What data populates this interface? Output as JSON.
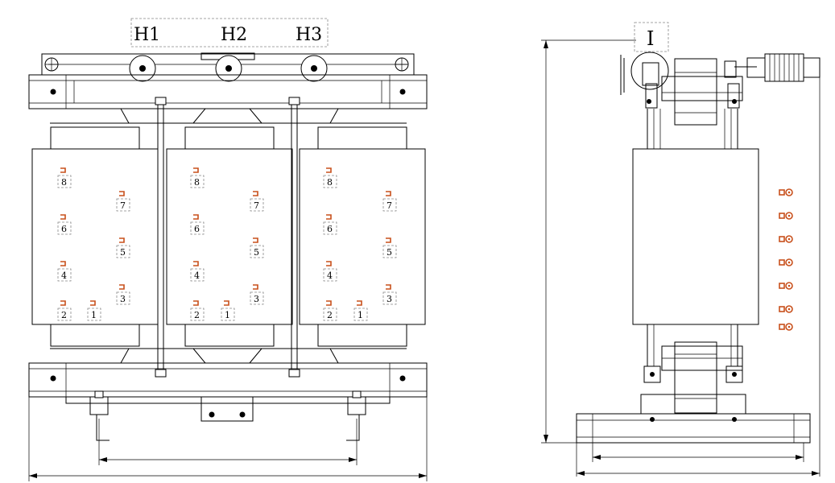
{
  "front_view": {
    "terminals": [
      "H1",
      "H2",
      "H3"
    ],
    "tap_numbers": [
      "1",
      "2",
      "3",
      "4",
      "5",
      "6",
      "7",
      "8"
    ],
    "width_dimension": "",
    "mounting_dimension": ""
  },
  "side_view": {
    "detail_label": "I",
    "width_dimension": "",
    "height_dimension": "",
    "mounting_dimension": ""
  },
  "colors": {
    "line": "#000000",
    "tap": "#c8501c",
    "label_box": "#888888"
  }
}
